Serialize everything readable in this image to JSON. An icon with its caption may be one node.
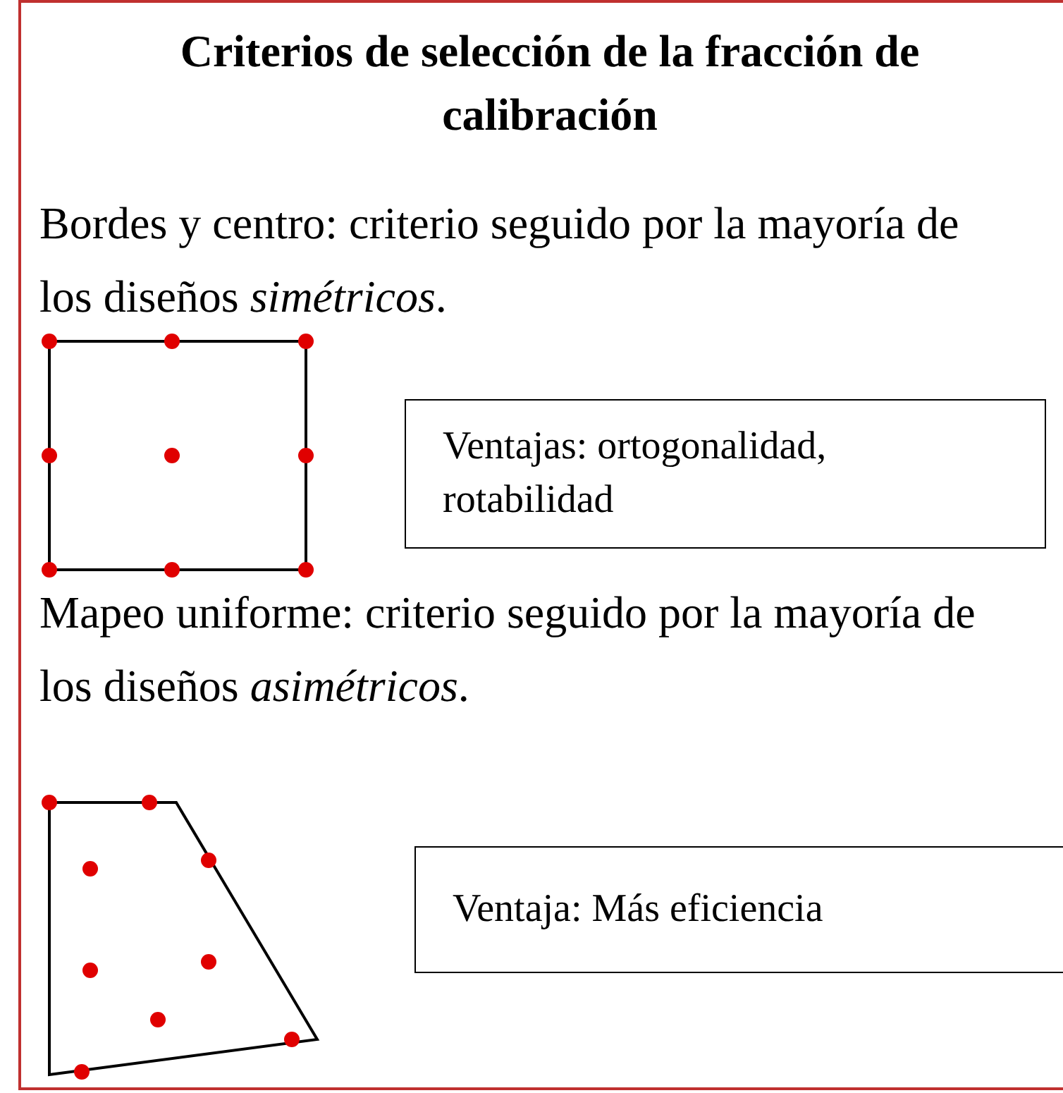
{
  "diagram": {
    "title": "Criterios de selección de la fracción de calibración",
    "nodes": [
      {
        "text": [
          "Ventajas: ortogonalidad, rotabilidad"
        ]
      },
      {
        "text": [
          "Ventaja: Más eficiencia"
        ]
      }
    ],
    "labels": [
      "Bordes y centro: criterio seguido por la mayoría de los diseños *simétricos*.",
      "Mapeo uniforme: criterio seguido por la mayoría de los diseños *asimétricos*."
    ]
  }
}
